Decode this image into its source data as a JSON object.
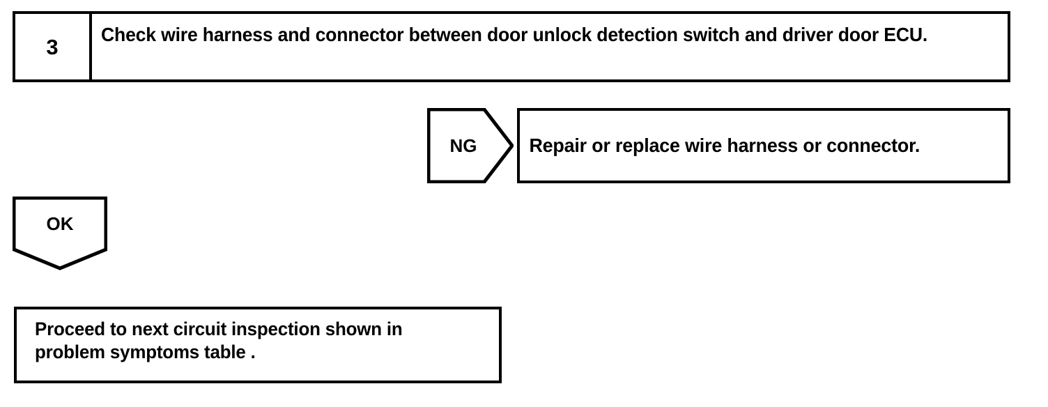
{
  "diagram": {
    "type": "troubleshooting-flowchart",
    "line_color": "#000000",
    "background_color": "#ffffff"
  },
  "step": {
    "number": "3",
    "instruction": "Check wire harness and connector between door unlock detection switch and driver door ECU."
  },
  "branches": {
    "ng": {
      "label": "NG",
      "result_text": "Repair or replace wire harness or connector."
    },
    "ok": {
      "label": "OK",
      "result_text": "Proceed to next circuit inspection shown in problem symptoms table ."
    }
  }
}
